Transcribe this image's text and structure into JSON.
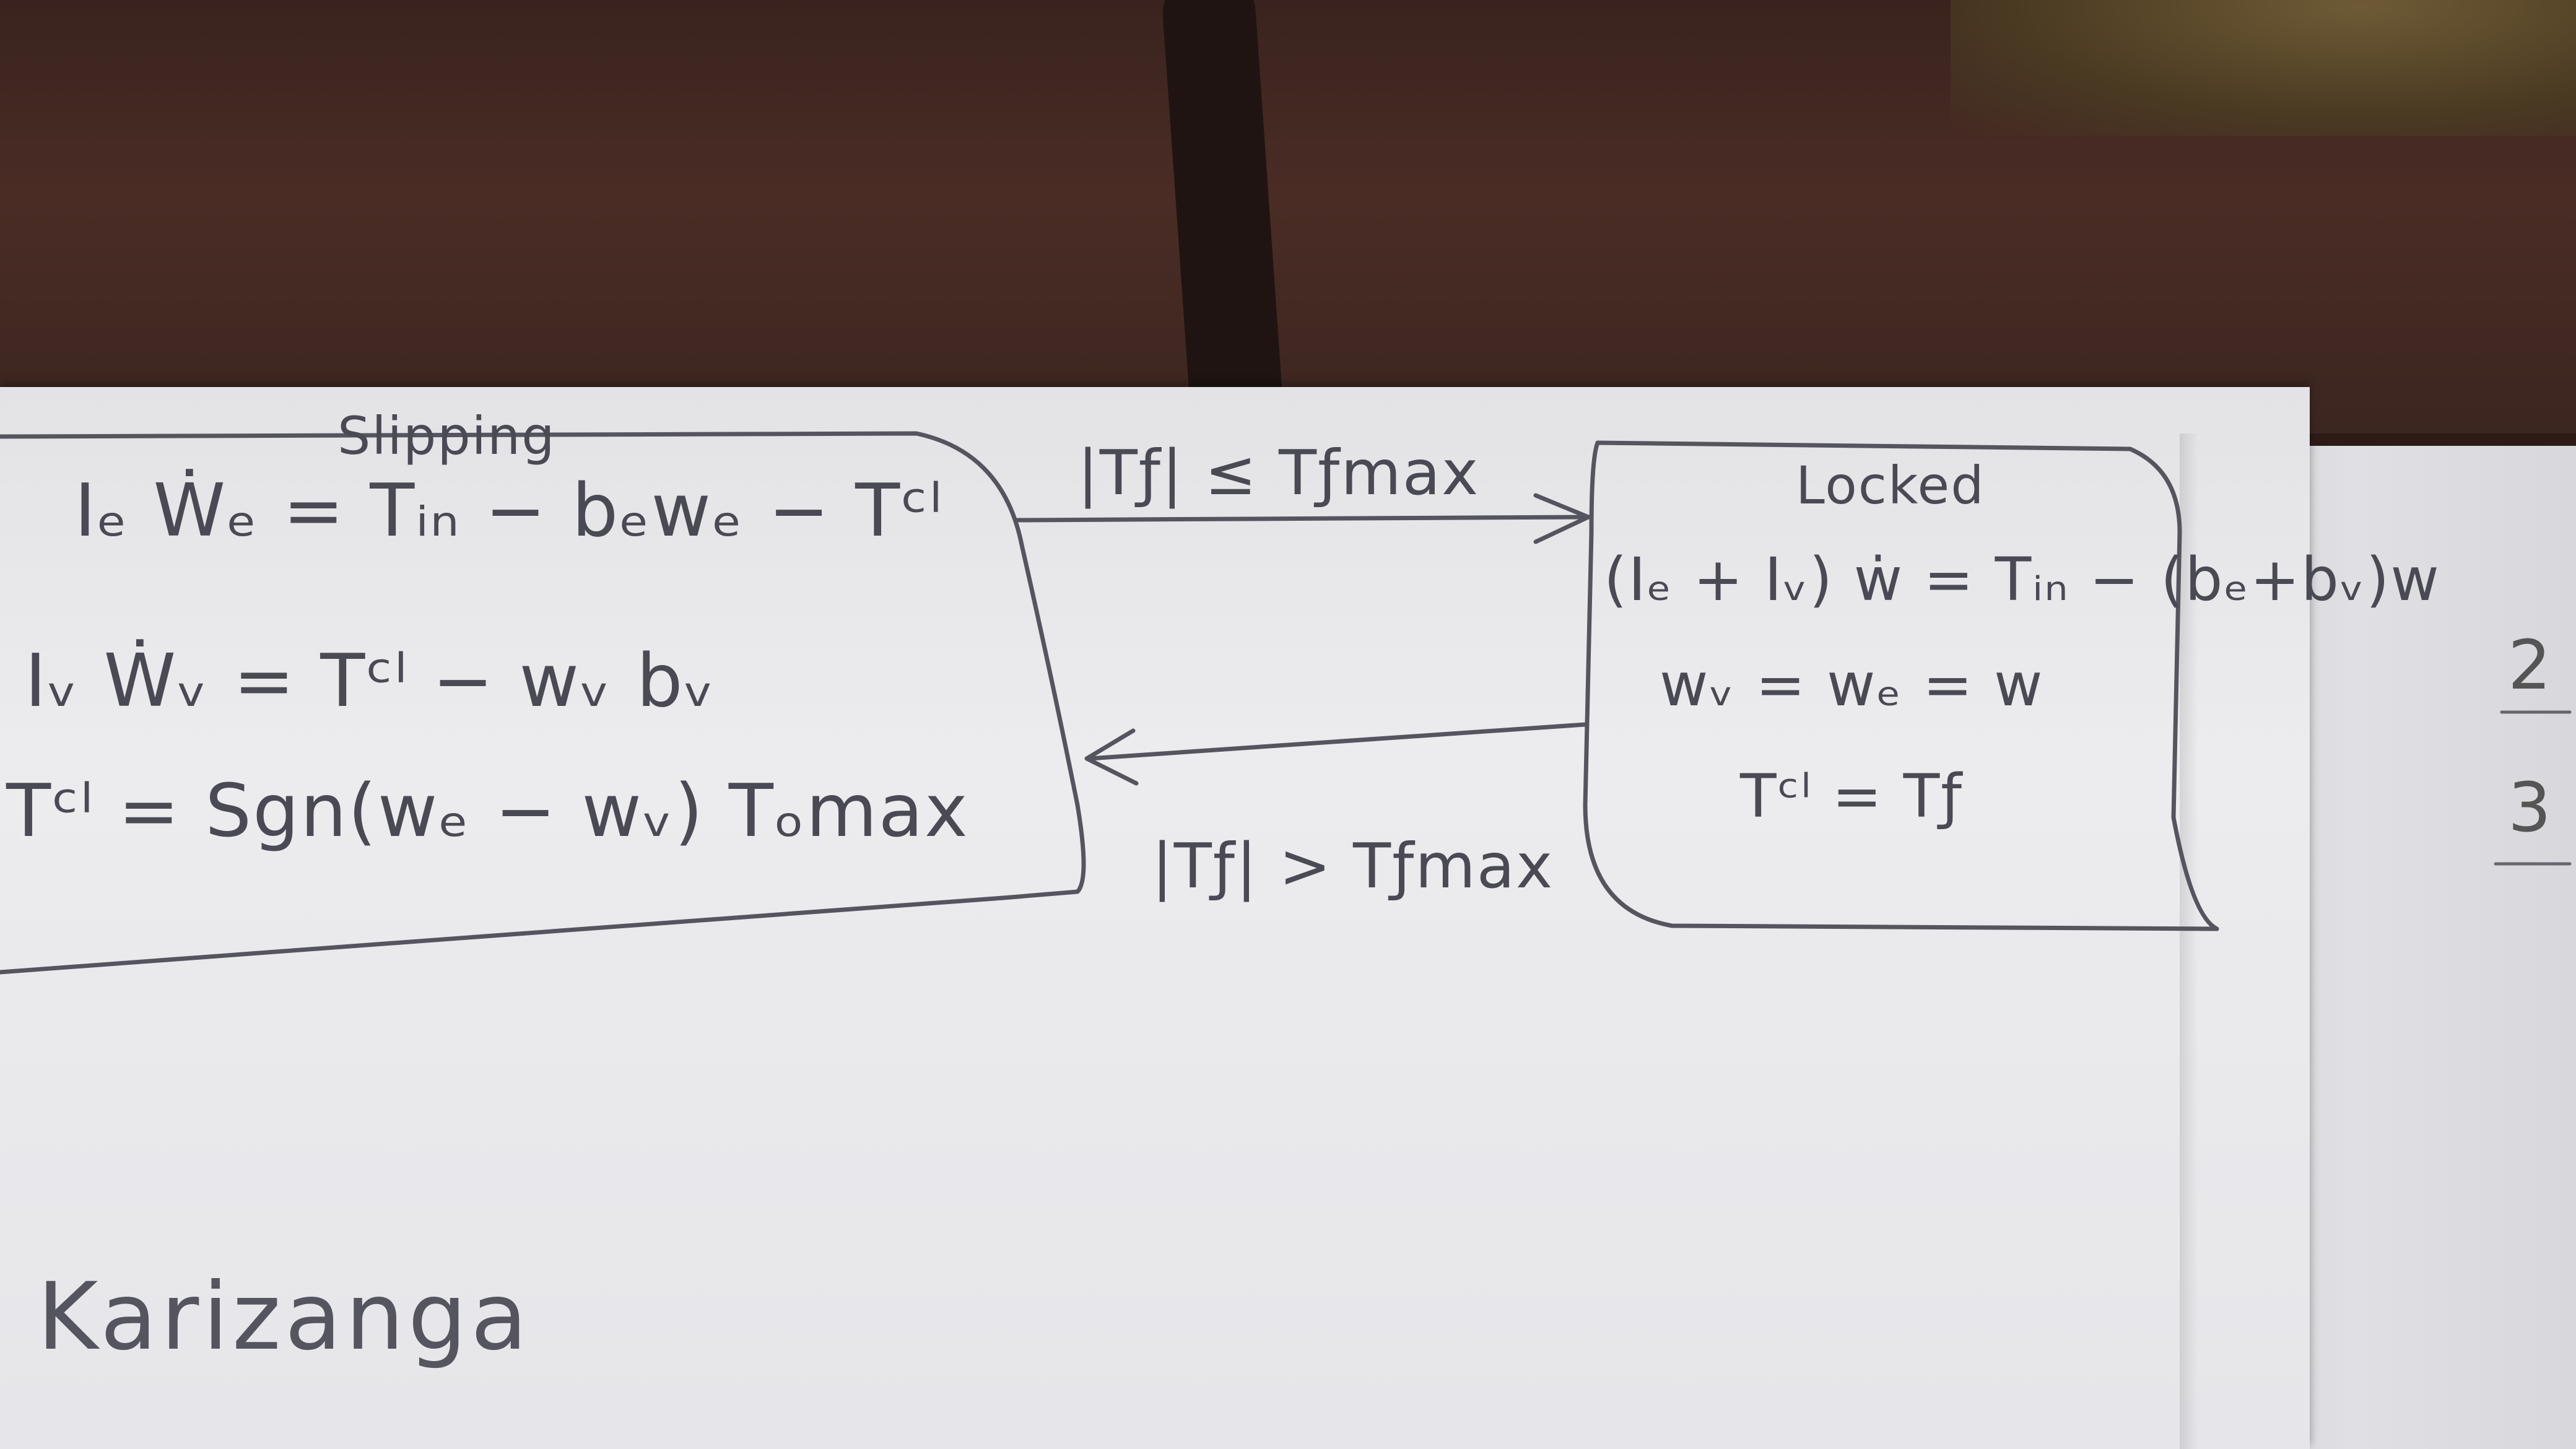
{
  "slipping_state": {
    "title": "Slipping",
    "equations": [
      "Iₑ Ẇₑ = Tᵢₙ − bₑwₑ − Tᶜˡ",
      "Iᵥ Ẇᵥ = Tᶜˡ − wᵥ bᵥ",
      "Tᶜˡ = Sgn(wₑ − wᵥ) Tₒmax"
    ]
  },
  "locked_state": {
    "title": "Locked",
    "equations": [
      "(Iₑ + Iᵥ) ẇ = Tᵢₙ − (bₑ+bᵥ)w",
      "wᵥ = wₑ = w",
      "Tᶜˡ = Tƒ"
    ]
  },
  "transitions": {
    "to_locked": "|Tƒ| ≤ Tƒmax",
    "to_slipping": "|Tƒ| > Tƒmax"
  },
  "signature": "Karizanga",
  "margin_numbers": [
    "2",
    "3"
  ]
}
